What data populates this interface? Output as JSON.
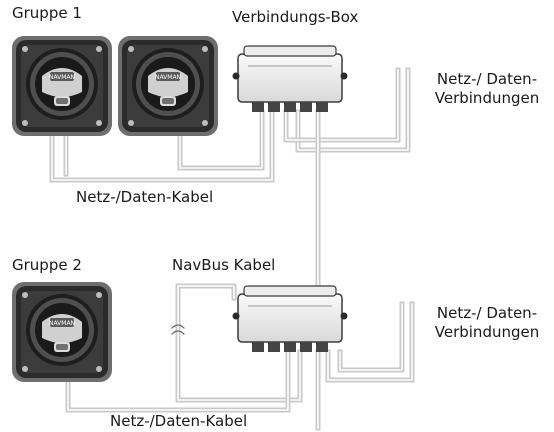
{
  "labels": {
    "group1": "Gruppe 1",
    "group2": "Gruppe 2",
    "junction_box": "Verbindungs-Box",
    "navbus_cable": "NavBus Kabel",
    "power_data_cable_top": "Netz-/Daten-Kabel",
    "power_data_cable_bottom": "Netz-/Daten-Kabel",
    "connections_top_line1": "Netz-/ Daten-",
    "connections_top_line2": "Verbindungen",
    "connections_bottom_line1": "Netz-/ Daten-",
    "connections_bottom_line2": "Verbindungen"
  },
  "display_text": "NAVMAN",
  "colors": {
    "cable": "#c9c9c9",
    "cable_inner": "#ffffff",
    "device_frame": "#6e6e6e",
    "device_face": "#2d2d2d",
    "box_fill": "#f4f4f4",
    "box_stroke": "#3a3a3a"
  }
}
